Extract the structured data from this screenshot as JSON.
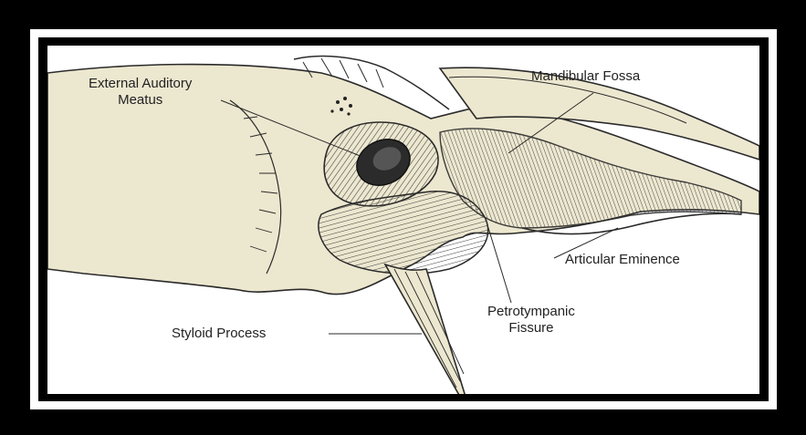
{
  "diagram": {
    "labels": {
      "external_auditory_meatus": [
        "External Auditory",
        "Meatus"
      ],
      "mandibular_fossa": "Mandibular Fossa",
      "articular_eminence": "Articular Eminence",
      "petrotympanic_fissure": [
        "Petrotympanic",
        "Fissure"
      ],
      "styloid_process": "Styloid Process"
    },
    "colors": {
      "bone": "#ece7cf",
      "bone_shadow": "#d7d0b0",
      "line": "#2a2a2a",
      "frame": "#000000",
      "frame_inner": "#ffffff"
    }
  }
}
